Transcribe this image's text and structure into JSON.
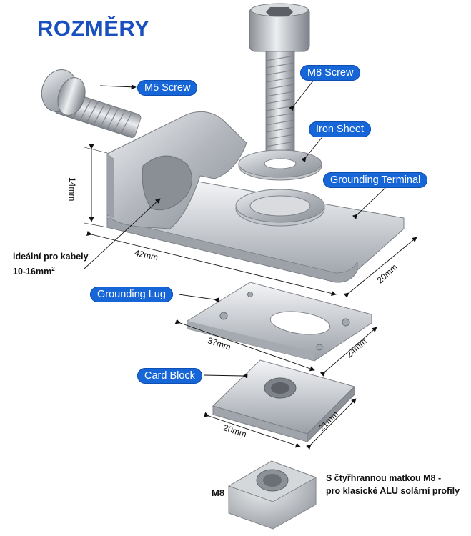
{
  "title": "ROZMĚRY",
  "labels": {
    "m5_screw": "M5 Screw",
    "m8_screw": "M8 Screw",
    "iron_sheet": "Iron Sheet",
    "grounding_terminal": "Grounding Terminal",
    "grounding_lug": "Grounding Lug",
    "card_block": "Card Block"
  },
  "dimensions": {
    "terminal_height": "14mm",
    "terminal_length": "42mm",
    "terminal_width": "20mm",
    "lug_length": "37mm",
    "lug_width": "24mm",
    "block_length": "20mm",
    "block_width": "21mm"
  },
  "cable_note": {
    "line1": "ideální pro kabely",
    "line2": "10-16mm",
    "superscript": "2"
  },
  "nut_label": "M8",
  "nut_note": {
    "line1": "S čtyřhrannou matkou M8 -",
    "line2": "pro klasické ALU solární profily"
  },
  "colors": {
    "title": "#1a4fbf",
    "badge": "#1766d8",
    "metal": "#b9bcc1"
  }
}
